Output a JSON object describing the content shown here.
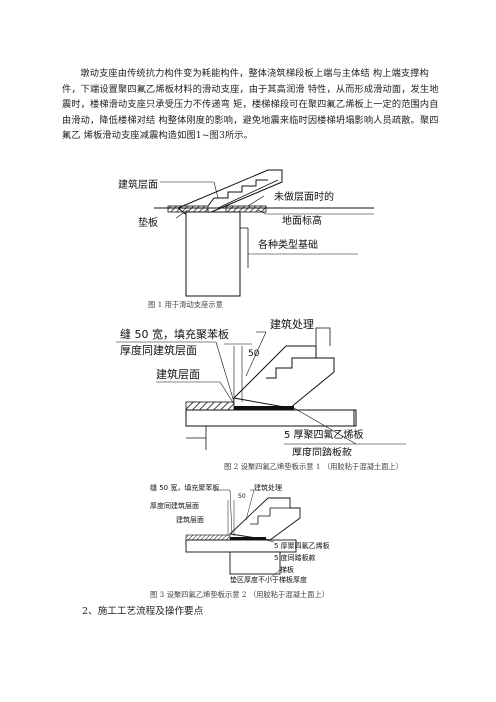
{
  "paragraph": "墩动支座由传统抗力构件变为耗能构件，整体浇筑梯段板上端与主体结 构上端支撑构件，下端设置聚四氟乙烯板材料的滑动支座，由于其高润滑 特性，从而形成滑动面，发生地震时，楼梯滑动支座只承受压力不传递弯 矩，楼梯梯段可在聚四氟乙烯板上一定的范围内自由滑动，降低楼梯对结 构整体刚度的影响，避免地震来临时因楼梯坍塌影响人员疏散。聚四氟乙 烯板滑动支座减震构造如图1~图3所示。",
  "figure1": {
    "caption": "图 1 用于滑动支座示意",
    "labels": {
      "building_surface": "建筑层面",
      "pad": "垫板",
      "ground_line_1": "未做层面时的",
      "ground_line_2": "地面标高",
      "foundation": "各种类型基础"
    }
  },
  "figure2": {
    "caption": "图 2 设聚四氟乙烯垫板示意 1 （用胶粘于混凝土面上）",
    "labels": {
      "joint_1": "缝 50 宽，填充聚苯板",
      "joint_2": "厚度同建筑层面",
      "dim": "50",
      "treatment": "建筑处理",
      "surface": "建筑层面",
      "ptfe": "5 厚聚四氟乙烯板",
      "thickness": "厚度同踏板款"
    }
  },
  "figure3": {
    "caption": "图 3 设聚四氟乙烯垫板示意 2 （用胶粘于混凝土面上）",
    "labels": {
      "joint_1": "缝 50 宽，填充聚苯板",
      "dim": "50",
      "treatment": "建筑处理",
      "joint_2": "厚度同建筑层面",
      "surface": "建筑层面",
      "ptfe": "5 厚聚四氟乙烯板",
      "thickness": "5 度同踏板款",
      "slab": "梯板",
      "bottom": "垫区厚度不小于梯板厚度"
    }
  },
  "section_heading": "2、施工工艺流程及操作要点"
}
